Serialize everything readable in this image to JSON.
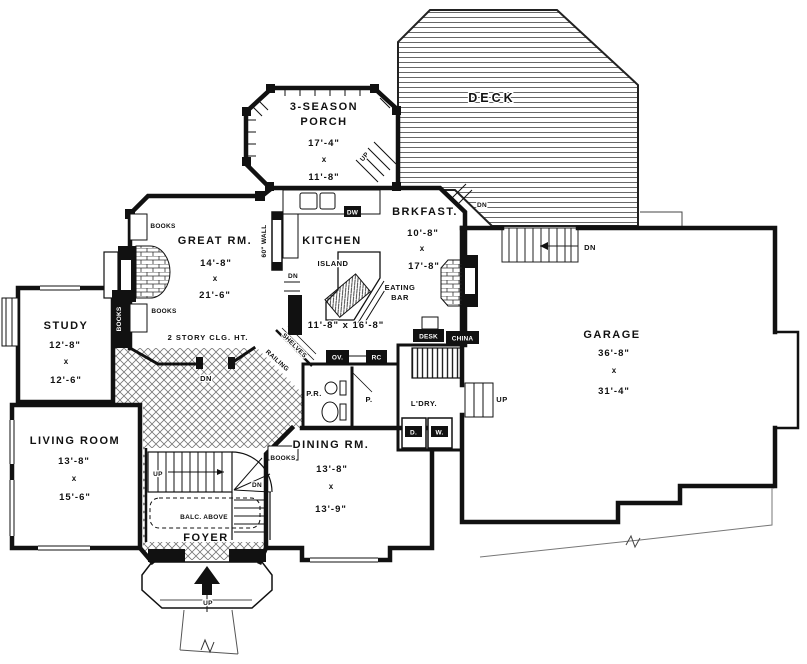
{
  "rooms": {
    "deck": {
      "name": "DECK"
    },
    "porch": {
      "line1": "3-SEASON",
      "line2": "PORCH",
      "w": "17'-4\"",
      "x": "x",
      "h": "11'-8\""
    },
    "great_rm": {
      "name": "GREAT RM.",
      "w": "14'-8\"",
      "x": "x",
      "h": "21'-6\"",
      "note": "2 STORY CLG. HT."
    },
    "kitchen": {
      "name": "KITCHEN",
      "dims": "11'-8\" x 16'-8\"",
      "island": "ISLAND",
      "eating1": "EATING",
      "eating2": "BAR"
    },
    "brkfast": {
      "name": "BRKFAST.",
      "w": "10'-8\"",
      "x": "x",
      "h": "17'-8\""
    },
    "study": {
      "name": "STUDY",
      "w": "12'-8\"",
      "x": "x",
      "h": "12'-6\""
    },
    "living": {
      "name": "LIVING ROOM",
      "w": "13'-8\"",
      "x": "x",
      "h": "15'-6\""
    },
    "dining": {
      "name": "DINING RM.",
      "w": "13'-8\"",
      "x": "x",
      "h": "13'-9\""
    },
    "foyer": {
      "name": "FOYER",
      "balcony": "BALC. ABOVE"
    },
    "garage": {
      "name": "GARAGE",
      "w": "36'-8\"",
      "x": "x",
      "h": "31'-4\""
    },
    "powder": {
      "name": "P.R."
    },
    "pantry": {
      "name": "P."
    },
    "laundry": {
      "name": "L'DRY."
    }
  },
  "fixtures": {
    "dishwasher": "DW",
    "oven": "OV.",
    "fridge": "RC",
    "dryer": "D.",
    "washer": "W.",
    "desk": "DESK",
    "china": "CHINA",
    "books": "BOOKS",
    "shelves": "SHELVES",
    "railing": "RAILING",
    "wall_60": "60\" WALL"
  },
  "nav": {
    "up": "UP",
    "dn": "DN"
  }
}
